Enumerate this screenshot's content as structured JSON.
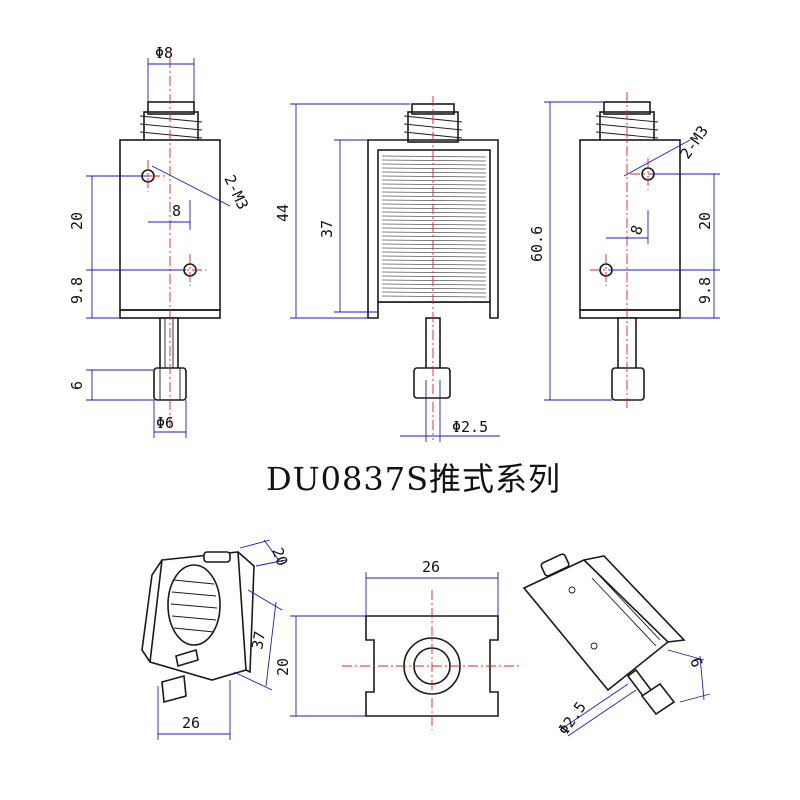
{
  "title": "DU0837S推式系列",
  "front_view": {
    "plunger_dia": "Φ8",
    "thread": "2-M3",
    "hole_spacing_v": "20",
    "hole_offset_h": "8",
    "hole_to_bottom": "9.8",
    "rod_end_len": "6",
    "rod_end_dia": "Φ6"
  },
  "side_view": {
    "frame_height": "44",
    "coil_height": "37",
    "rod_dia": "Φ2.5"
  },
  "back_view": {
    "overall_height": "60.6",
    "thread": "2-M3",
    "hole_spacing_v": "20",
    "hole_offset_h": "8",
    "hole_to_bottom": "9.8"
  },
  "iso_left": {
    "top_dim": "20",
    "height_dim": "37",
    "width_dim": "26"
  },
  "top_view": {
    "width_dim": "26",
    "depth_dim": "20"
  },
  "iso_right": {
    "rod_dia": "Φ2.5",
    "rod_end_len": "6"
  }
}
